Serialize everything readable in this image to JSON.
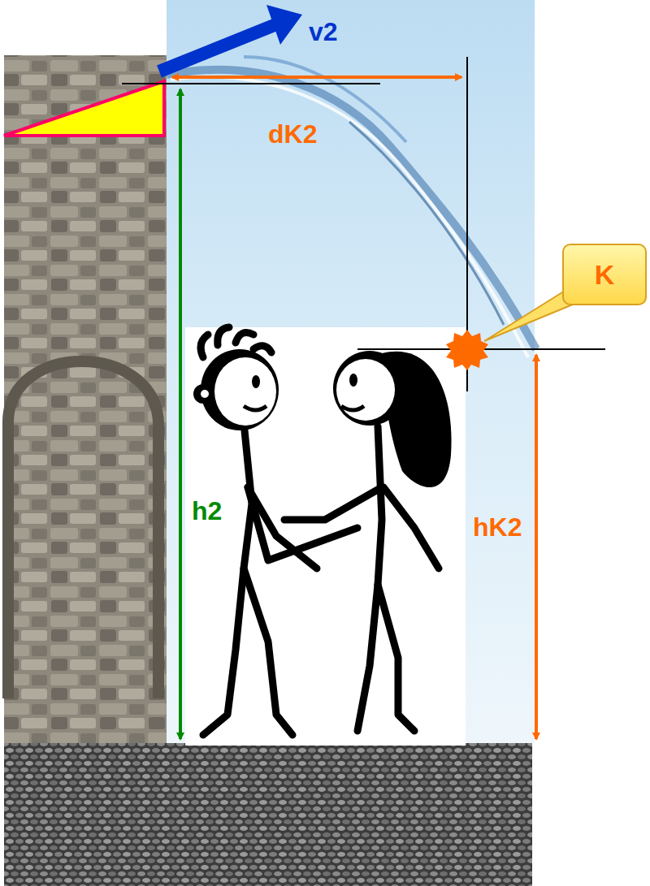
{
  "diagram": {
    "nodes": [
      {
        "text": [
          "K"
        ]
      }
    ],
    "labels": [
      "v2",
      "dK2",
      "h2",
      "hK2"
    ]
  }
}
